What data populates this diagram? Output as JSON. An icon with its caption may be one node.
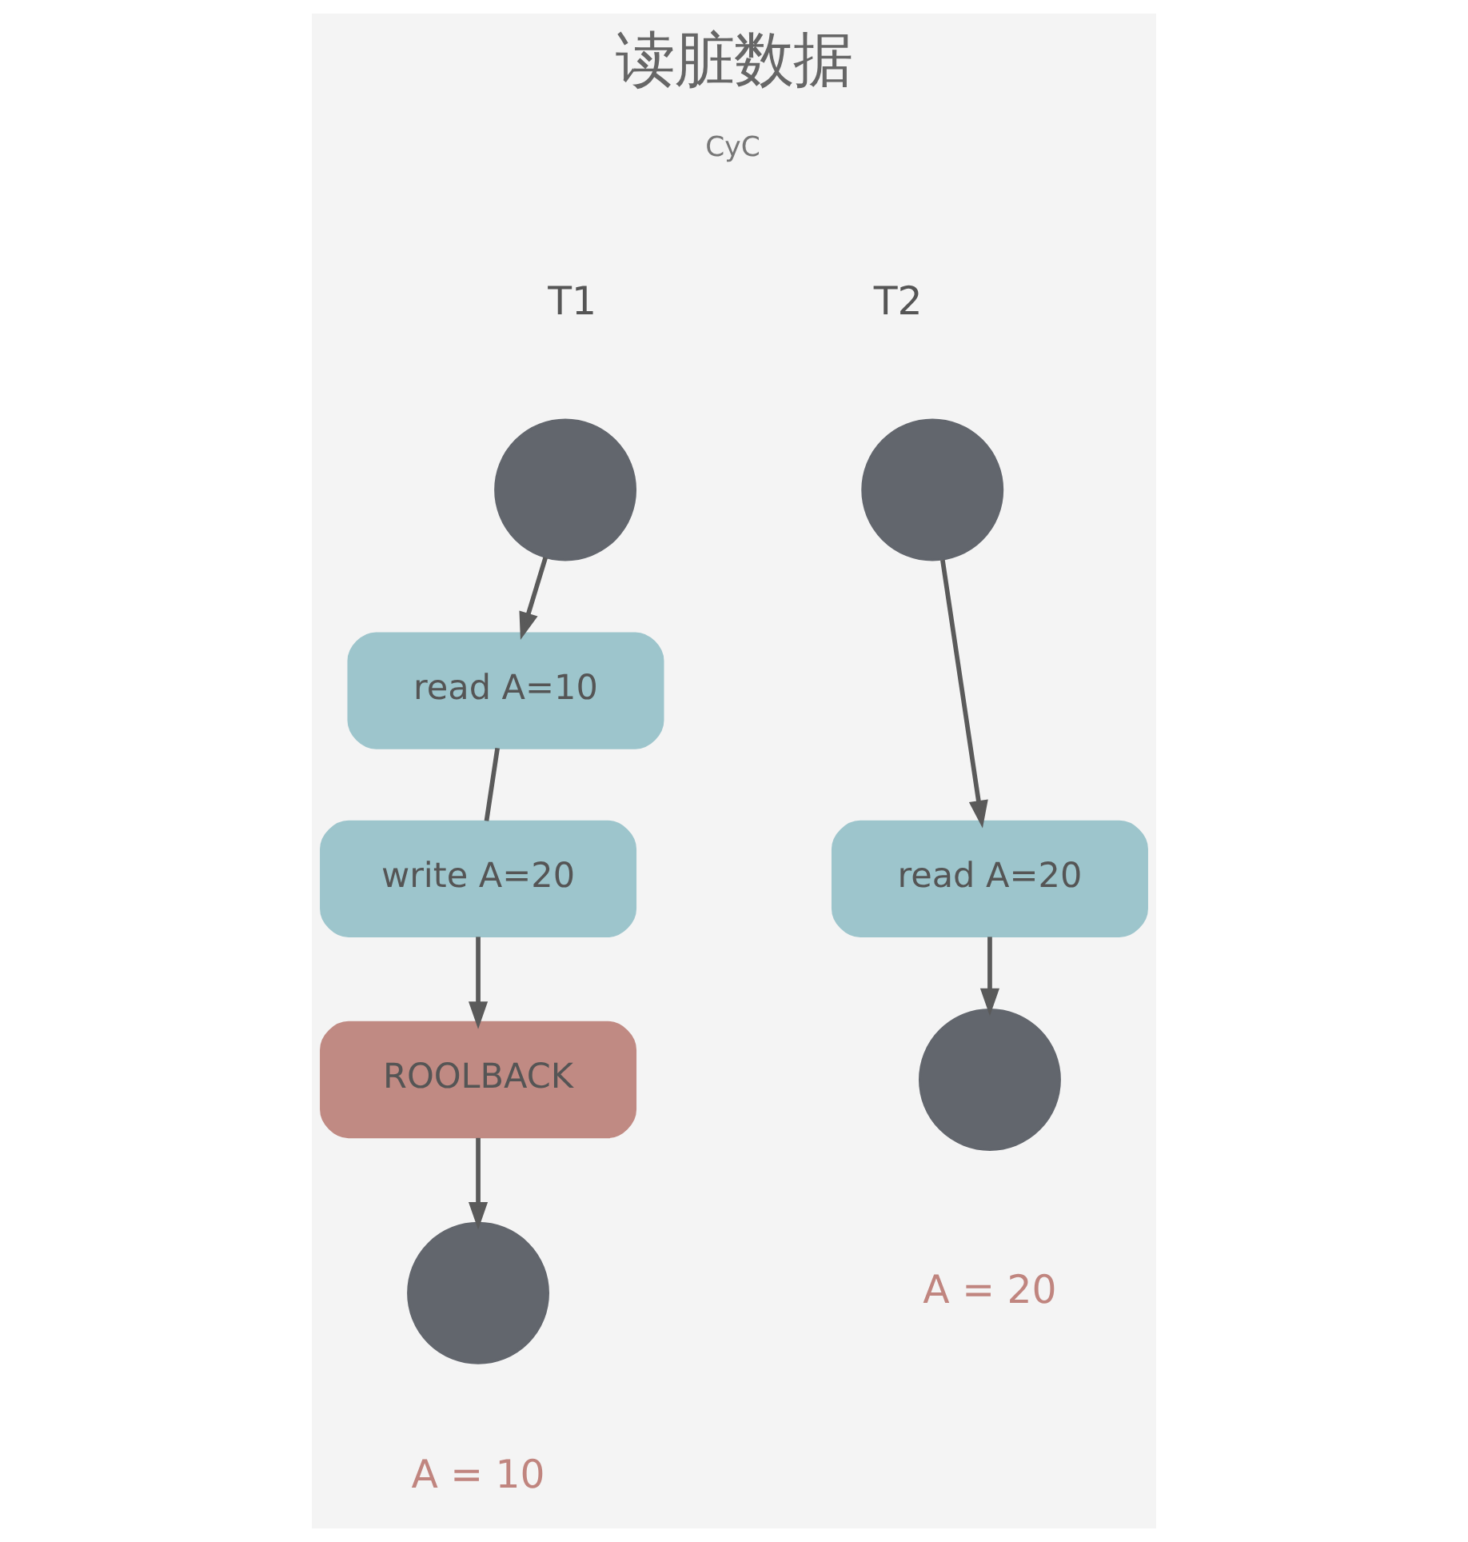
{
  "diagram": {
    "title": "读脏数据",
    "nodes": [
      {
        "text": [],
        "shape": "circle"
      },
      {
        "text": [
          "read A=10"
        ]
      },
      {
        "text": [
          "write A=20"
        ]
      },
      {
        "text": [
          "ROOLBACK"
        ]
      },
      {
        "text": [],
        "shape": "circle",
        "beside": [
          "A = 10"
        ]
      },
      {
        "text": [],
        "shape": "circle"
      },
      {
        "text": [
          "read A=20"
        ]
      },
      {
        "text": [],
        "shape": "circle",
        "beside": [
          "A = 20"
        ]
      }
    ],
    "edges": [
      {
        "from": 0,
        "to": 1,
        "arrow": "to"
      },
      {
        "from": 1,
        "to": 2,
        "arrow": "none"
      },
      {
        "from": 2,
        "to": 3,
        "arrow": "to"
      },
      {
        "from": 3,
        "to": 4,
        "arrow": "to"
      },
      {
        "from": 5,
        "to": 6,
        "arrow": "to"
      },
      {
        "from": 6,
        "to": 7,
        "arrow": "to"
      }
    ],
    "labels": [
      "CyC",
      "T1",
      "T2"
    ]
  }
}
